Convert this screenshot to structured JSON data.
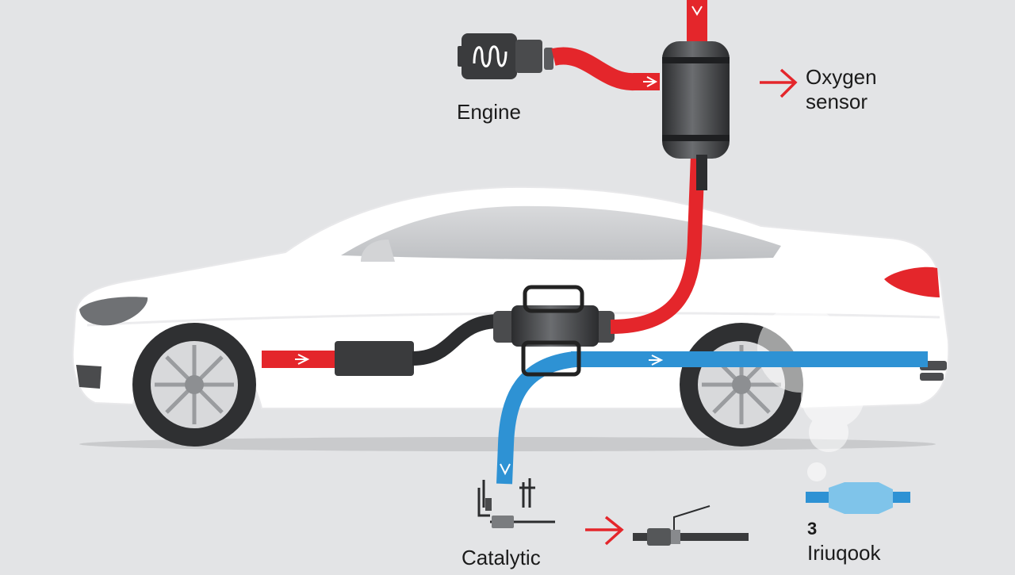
{
  "colors": {
    "background": "#e3e4e6",
    "hot_exhaust": "#e4262b",
    "clean_exhaust": "#2e92d4",
    "component_dark": "#3a3b3d",
    "car_body": "#ffffff",
    "tail_light": "#e4262b"
  },
  "labels": {
    "engine": "Engine",
    "oxygen_sensor_line1": "Oxygen",
    "oxygen_sensor_line2": "sensor",
    "catalytic": "Catalytic",
    "bottom_right_digit": "3",
    "bottom_right_word": "Iriuqook"
  },
  "icons": {
    "engine": "engine-icon",
    "converter": "catalytic-converter-icon",
    "sensor": "oxygen-sensor-probe-icon",
    "muffler": "muffler-icon",
    "flow_arrow": "arrow-right-icon"
  }
}
